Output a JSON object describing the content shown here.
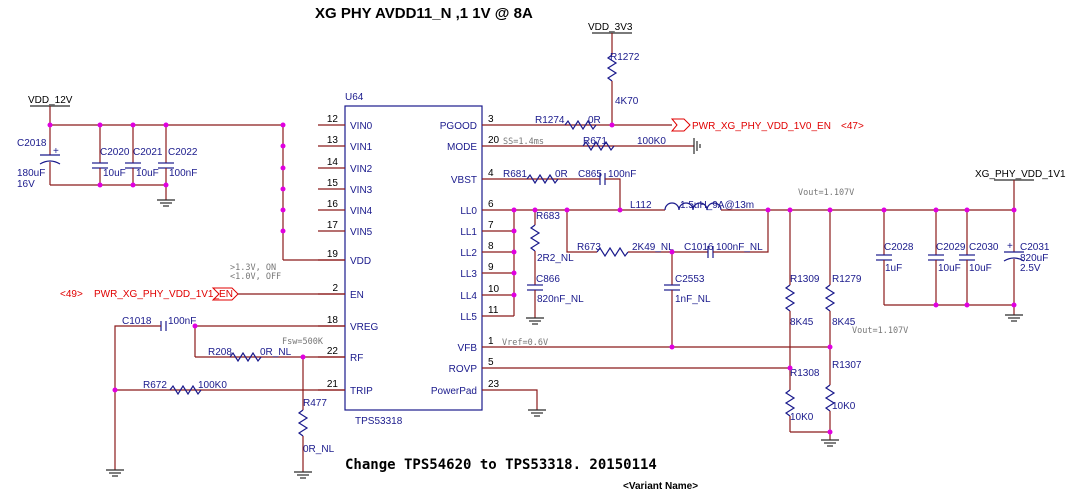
{
  "title": "XG PHY AVDD11_N ,1 1V @ 8A",
  "change_note": "Change TPS54620 to TPS53318. 20150114",
  "variant_name": "<Variant Name>",
  "ic": {
    "ref": "U64",
    "part": "TPS53318",
    "left_pins": [
      {
        "num": "12",
        "name": "VIN0"
      },
      {
        "num": "13",
        "name": "VIN1"
      },
      {
        "num": "14",
        "name": "VIN2"
      },
      {
        "num": "15",
        "name": "VIN3"
      },
      {
        "num": "16",
        "name": "VIN4"
      },
      {
        "num": "17",
        "name": "VIN5"
      },
      {
        "num": "19",
        "name": "VDD"
      },
      {
        "num": "2",
        "name": "EN"
      },
      {
        "num": "18",
        "name": "VREG"
      },
      {
        "num": "22",
        "name": "RF"
      },
      {
        "num": "21",
        "name": "TRIP"
      }
    ],
    "right_pins": [
      {
        "num": "3",
        "name": "PGOOD"
      },
      {
        "num": "20",
        "name": "MODE"
      },
      {
        "num": "4",
        "name": "VBST"
      },
      {
        "num": "6",
        "name": "LL0"
      },
      {
        "num": "7",
        "name": "LL1"
      },
      {
        "num": "8",
        "name": "LL2"
      },
      {
        "num": "9",
        "name": "LL3"
      },
      {
        "num": "10",
        "name": "LL4"
      },
      {
        "num": "11",
        "name": "LL5"
      },
      {
        "num": "1",
        "name": "VFB"
      },
      {
        "num": "5",
        "name": "ROVP"
      },
      {
        "num": "23",
        "name": "PowerPad"
      }
    ]
  },
  "nets": {
    "vdd_12v": "VDD_12V",
    "vdd_3v3": "VDD_3V3",
    "xg_out": "XG_PHY_VDD_1V1",
    "pgood_flag": "PWR_XG_PHY_VDD_1V0_EN",
    "pgood_sheet": "<47>",
    "en_flag": "PWR_XG_PHY_VDD_1V1_EN",
    "en_sheet": "<49>"
  },
  "notes": {
    "ss": "SS=1.4ms",
    "en_on": ">1.3V, ON",
    "en_off": "<1.0V, OFF",
    "fsw": "Fsw=500K",
    "vref": "Vref=0.6V",
    "vout_top": "Vout=1.107V",
    "vout_mid": "Vout=1.107V"
  },
  "components": {
    "C2018": {
      "ref": "C2018",
      "value": "180uF",
      "value2": "16V"
    },
    "C2020": {
      "ref": "C2020",
      "value": "10uF"
    },
    "C2021": {
      "ref": "C2021",
      "value": "10uF"
    },
    "C2022": {
      "ref": "C2022",
      "value": "100nF"
    },
    "R1272": {
      "ref": "R1272",
      "value": "4K70"
    },
    "R1274": {
      "ref": "R1274",
      "value": "0R"
    },
    "R671": {
      "ref": "R671",
      "value": "100K0"
    },
    "R681": {
      "ref": "R681",
      "value": "0R"
    },
    "C865": {
      "ref": "C865",
      "value": "100nF"
    },
    "L112": {
      "ref": "L112",
      "value": "1.5uH_9A@13m"
    },
    "R683": {
      "ref": "R683",
      "value": "2R2_NL"
    },
    "C866": {
      "ref": "C866",
      "value": "820nF_NL"
    },
    "R673": {
      "ref": "R673",
      "value": "2K49_NL"
    },
    "C1016": {
      "ref": "C1016",
      "value": "100nF_NL"
    },
    "C2553": {
      "ref": "C2553",
      "value": "1nF_NL"
    },
    "R1309": {
      "ref": "R1309",
      "value": "8K45"
    },
    "R1279": {
      "ref": "R1279",
      "value": "8K45"
    },
    "R1308": {
      "ref": "R1308",
      "value": "10K0"
    },
    "R1307": {
      "ref": "R1307",
      "value": "10K0"
    },
    "C2028": {
      "ref": "C2028",
      "value": "1uF"
    },
    "C2029": {
      "ref": "C2029",
      "value": "10uF"
    },
    "C2030": {
      "ref": "C2030",
      "value": "10uF"
    },
    "C2031": {
      "ref": "C2031",
      "value": "820uF",
      "value2": "2.5V"
    },
    "C1018": {
      "ref": "C1018",
      "value": "100nF"
    },
    "R208": {
      "ref": "R208",
      "value": "0R_NL"
    },
    "R672": {
      "ref": "R672",
      "value": "100K0"
    },
    "R477": {
      "ref": "R477",
      "value": "0R_NL"
    }
  },
  "colors": {
    "wire": "#8b1a1a",
    "component": "#1a1a8c",
    "junction": "#e000e0",
    "flag": "#e00000"
  }
}
